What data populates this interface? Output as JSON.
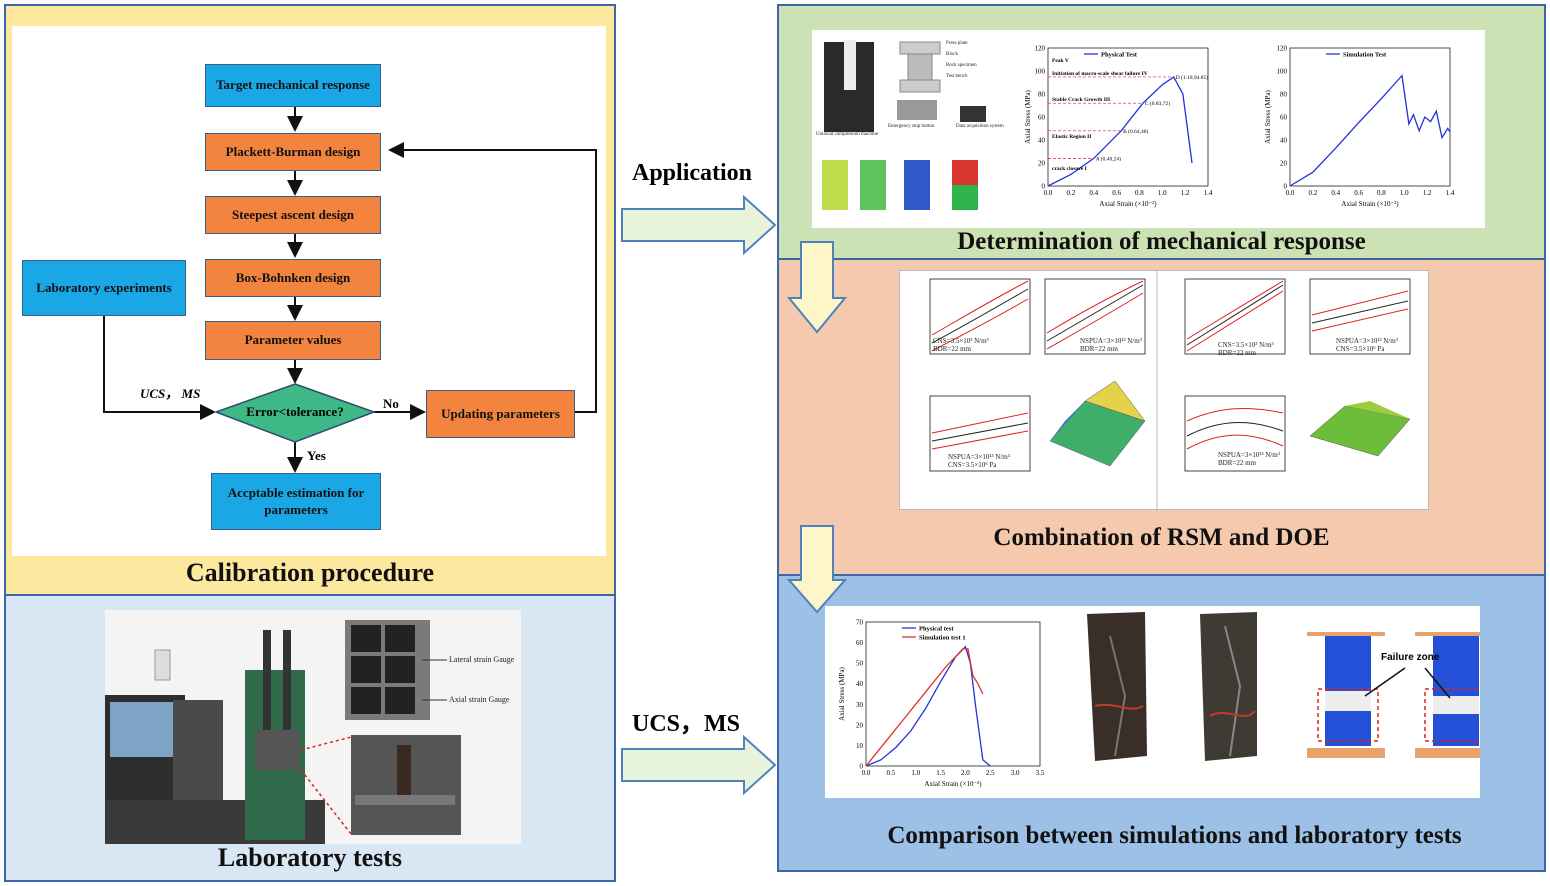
{
  "panels": {
    "calibration_title": "Calibration procedure",
    "lab_title": "Laboratory tests",
    "mech_title": "Determination of mechanical response",
    "rsm_title": "Combination of RSM and DOE",
    "comparison_title": "Comparison  between  simulations and laboratory tests"
  },
  "arrows": {
    "application_label": "Application",
    "ucs_ms_label": "UCS，MS"
  },
  "flowchart": {
    "target": "Target mechanical response",
    "plackett": "Plackett-Burman design",
    "steepest": "Steepest ascent design",
    "box": "Box-Bohnken design",
    "parameter": "Parameter values",
    "lab_exp": "Laboratory experiments",
    "decision": "Error<tolerance?",
    "updating": "Updating parameters",
    "acceptable": "Accptable estimation for parameters",
    "ucs_ms_edge": "UCS， MS",
    "no": "No",
    "yes": "Yes"
  },
  "lab_photo": {
    "lateral_gauge": "Lateral strain Gauge",
    "axial_gauge": "Axial strain Gauge"
  },
  "mech_fig": {
    "apparatus": {
      "machine": "Uniaxial compression machine",
      "stop": "Emergency stop button",
      "acq": "Data acquisition system",
      "upper": "Press plate",
      "block": "Block",
      "specimen": "Rock specimen",
      "base": "Test bench"
    }
  },
  "rsm_fig": {
    "p1": [
      "CNS=3.5×10³ N/m³",
      "BDR=22 mm"
    ],
    "p2": [
      "NSPUA=3×10¹³ N/m³",
      "BDR=22 mm"
    ],
    "p3": [
      "CNS=3.5×10³ N/m³",
      "BDR=22 mm"
    ],
    "p4": [
      "NSPUA=3×10¹³ N/m³",
      "CNS=3.5×10⁶ Pa"
    ],
    "p5": [
      "NSPUA=3×10¹³ N/m³",
      "CNS=3.5×10⁶ Pa"
    ],
    "p7": [
      "NSPUA=3×10¹³ N/m³",
      "BDR=22 mm"
    ]
  },
  "comparison_fig": {
    "failure_zone": "Failure zone"
  },
  "chart_data": [
    {
      "type": "line",
      "xlabel": "Axial Strain (×10⁻²)",
      "ylabel": "Axial Stress (MPa)",
      "xlim": [
        0,
        1.4
      ],
      "ylim": [
        0,
        120
      ],
      "xticks": [
        "0.0",
        "0.2",
        "0.4",
        "0.6",
        "0.8",
        "1.0",
        "1.2",
        "1.4"
      ],
      "yticks": [
        "0",
        "20",
        "40",
        "60",
        "80",
        "100",
        "120"
      ],
      "series": [
        {
          "name": "Physical Test",
          "x": [
            0,
            0.2,
            0.4,
            0.64,
            0.83,
            1.0,
            1.1,
            1.18,
            1.26
          ],
          "y": [
            0,
            10,
            24,
            48,
            72,
            88,
            94.85,
            80,
            20
          ]
        }
      ],
      "annotations": [
        {
          "text": "A (0.40,24)",
          "x": 0.4,
          "y": 24
        },
        {
          "text": "B (0.64,48)",
          "x": 0.64,
          "y": 48
        },
        {
          "text": "C (0.83,72)",
          "x": 0.83,
          "y": 72
        },
        {
          "text": "D (1.10,94.85)",
          "x": 1.1,
          "y": 94.85
        }
      ],
      "stages": [
        "crack closure I",
        "Elastic Region II",
        "Stable Crack Growth III",
        "Initiation of macro-scale shear failure IV",
        "Peak V"
      ]
    },
    {
      "type": "line",
      "xlabel": "Axial Strain (×10⁻²)",
      "ylabel": "Axial Stress (MPa)",
      "xlim": [
        0,
        1.4
      ],
      "ylim": [
        0,
        120
      ],
      "xticks": [
        "0.0",
        "0.2",
        "0.4",
        "0.6",
        "0.8",
        "1.0",
        "1.2",
        "1.4"
      ],
      "yticks": [
        "0",
        "20",
        "40",
        "60",
        "80",
        "100",
        "120"
      ],
      "series": [
        {
          "name": "Simulation Test",
          "x": [
            0,
            0.2,
            0.4,
            0.6,
            0.8,
            0.98,
            1.04,
            1.08,
            1.13,
            1.18,
            1.23,
            1.28,
            1.33,
            1.38,
            1.4
          ],
          "y": [
            0,
            12,
            33,
            55,
            76,
            96,
            54,
            62,
            48,
            60,
            56,
            65,
            42,
            50,
            47
          ]
        }
      ]
    },
    {
      "type": "line",
      "xlabel": "Axial Strain (×10⁻²)",
      "ylabel": "Axial Stress (MPa)",
      "xlim": [
        0,
        3.5
      ],
      "ylim": [
        0,
        70
      ],
      "xticks": [
        "0.0",
        "0.5",
        "1.0",
        "1.5",
        "2.0",
        "2.5",
        "3.0",
        "3.5"
      ],
      "yticks": [
        "0",
        "10",
        "20",
        "30",
        "40",
        "50",
        "60",
        "70"
      ],
      "series": [
        {
          "name": "Physical test",
          "x": [
            0,
            0.3,
            0.6,
            0.9,
            1.2,
            1.5,
            1.8,
            2.0,
            2.1,
            2.2,
            2.35,
            2.5
          ],
          "y": [
            0,
            3,
            9,
            17,
            28,
            41,
            53,
            58,
            50,
            30,
            3,
            0
          ]
        },
        {
          "name": "Simulation test 1",
          "x": [
            0,
            0.4,
            0.8,
            1.2,
            1.6,
            1.95,
            2.05,
            2.15,
            2.25,
            2.35
          ],
          "y": [
            0,
            12,
            24,
            36,
            48,
            57,
            57,
            44,
            40,
            35
          ]
        }
      ]
    }
  ]
}
